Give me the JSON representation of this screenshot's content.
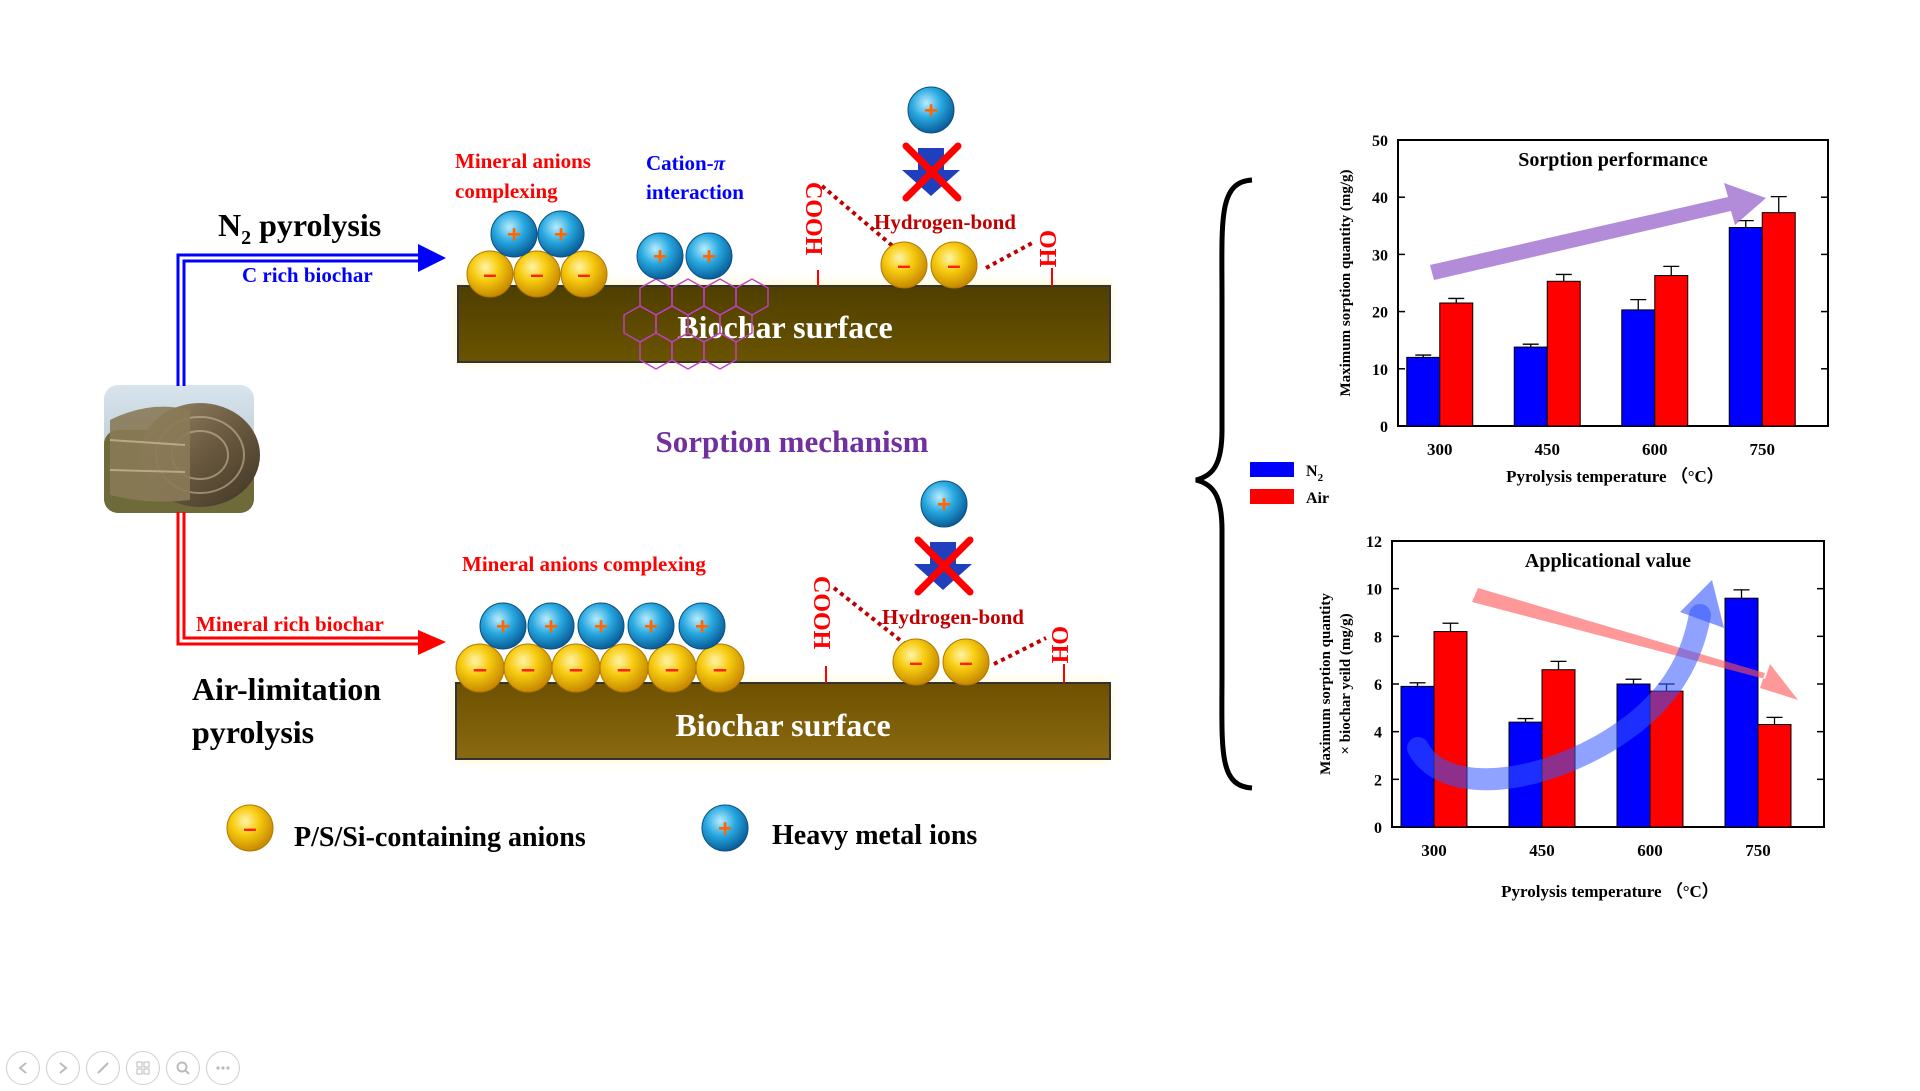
{
  "labels": {
    "n2_pyrolysis_main": "N",
    "n2_pyrolysis_sub": "2",
    "n2_pyrolysis_rest": " pyrolysis",
    "c_rich_biochar": "C rich biochar",
    "mineral_rich_biochar": "Mineral rich biochar",
    "air_limitation_line1": "Air-limitation",
    "air_limitation_line2": "pyrolysis",
    "sorption_mechanism": "Sorption mechanism",
    "mineral_anions_complexing_line1": "Mineral anions",
    "mineral_anions_complexing_line2": "complexing",
    "mineral_anions_complexing_full": "Mineral anions complexing",
    "cation_pi_line1": "Cation-",
    "cation_pi_symbol": "π",
    "cation_pi_line2": "interaction",
    "hydrogen_bond": "Hydrogen-bond",
    "cooh": "COOH",
    "oh": "OH",
    "biochar_surface": "Biochar surface",
    "legend_anions": "P/S/Si-containing anions",
    "legend_metal": "Heavy metal ions",
    "plus": "+",
    "minus": "–"
  },
  "colors": {
    "n2_blue": "#0000ff",
    "air_red": "#ff0000",
    "mechanism_purple": "#7030a0",
    "dark_red": "#c00000",
    "biochar_top": "#5c4a00",
    "biochar_bottom": "#7a5d0c",
    "anion_yellow": "#f5c400",
    "cation_blue": "#1aa0d8"
  },
  "icons": [
    "biomass-bale-photo",
    "cross-mark-icon",
    "down-arrow-icon",
    "brace-icon"
  ],
  "chart_data": [
    {
      "type": "bar",
      "title": "Sorption performance",
      "categories": [
        "300",
        "450",
        "600",
        "750"
      ],
      "xlabel": "Pyrolysis temperature （°C）",
      "ylabel": "Maximum sorption quantity (mg/g)",
      "ylim": [
        0,
        50
      ],
      "yticks": [
        "0",
        "10",
        "20",
        "30",
        "40",
        "50"
      ],
      "series": [
        {
          "name": "N₂",
          "values": [
            12,
            13.8,
            20.3,
            34.7
          ],
          "errors": [
            0.4,
            0.5,
            1.8,
            1.2
          ],
          "color": "#0000ff"
        },
        {
          "name": "Air",
          "values": [
            21.5,
            25.3,
            26.3,
            37.3
          ],
          "errors": [
            0.8,
            1.2,
            1.6,
            2.8
          ],
          "color": "#ff0000"
        }
      ],
      "trend_arrow": "up"
    },
    {
      "type": "bar",
      "title": "Applicational value",
      "categories": [
        "300",
        "450",
        "600",
        "750"
      ],
      "xlabel": "Pyrolysis temperature （°C）",
      "ylabel_line1": "Maximum sorption quantity",
      "ylabel_line2": "× biochar yeild  (mg/g)",
      "ylim": [
        0,
        12
      ],
      "yticks": [
        "0",
        "2",
        "4",
        "6",
        "8",
        "10",
        "12"
      ],
      "series": [
        {
          "name": "N₂",
          "values": [
            5.9,
            4.4,
            6.0,
            9.6
          ],
          "errors": [
            0.15,
            0.15,
            0.2,
            0.35
          ],
          "color": "#0000ff"
        },
        {
          "name": "Air",
          "values": [
            8.2,
            6.6,
            5.7,
            4.3
          ],
          "errors": [
            0.35,
            0.35,
            0.3,
            0.3
          ],
          "color": "#ff0000"
        }
      ],
      "trend_arrow": "down"
    }
  ],
  "legend": {
    "n2_main": "N",
    "n2_sub": "2",
    "air": "Air"
  }
}
